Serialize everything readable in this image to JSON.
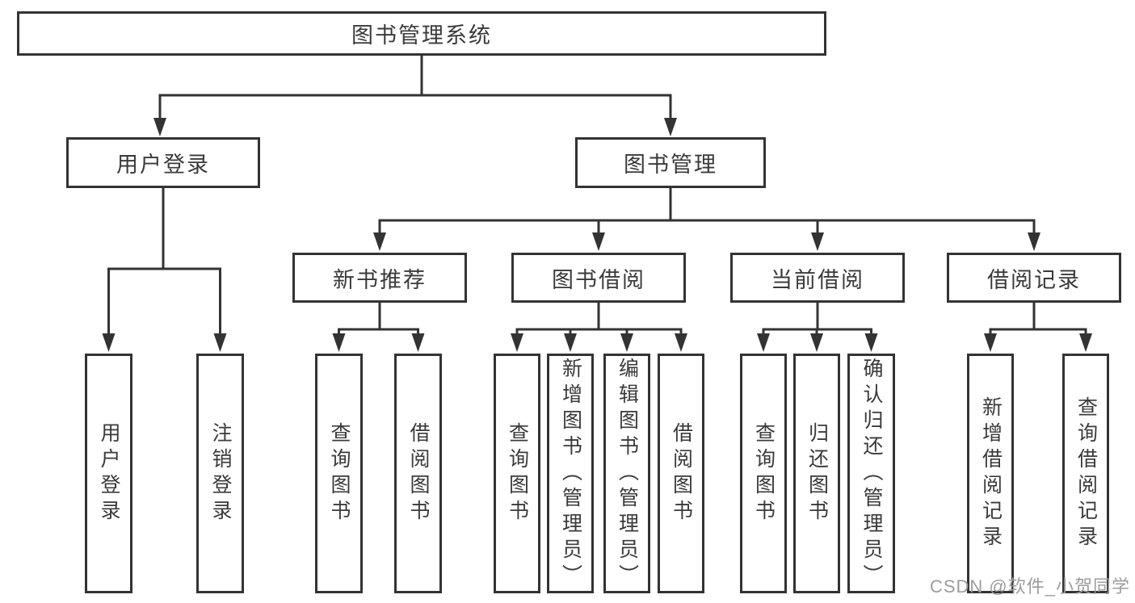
{
  "nodes": {
    "root": "图书管理系统",
    "user_login": "用户登录",
    "book_mgmt": "图书管理",
    "new_books": "新书推荐",
    "book_borrow": "图书借阅",
    "current_borrow": "当前借阅",
    "borrow_records": "借阅记录",
    "ul_user_login": "用户登录",
    "ul_logout": "注销登录",
    "nb_query_books": "查询图书",
    "nb_borrow_books": "借阅图书",
    "bb_query_books": "查询图书",
    "bb_add_books": "新增图书（管理员）",
    "bb_edit_books": "编辑图书（管理员）",
    "bb_borrow_books": "借阅图书",
    "cb_query_books": "查询图书",
    "cb_return_books": "归还图书",
    "cb_confirm_return": "确认归还（管理员）",
    "br_add_record": "新增借阅记录",
    "br_query_record": "查询借阅记录"
  },
  "watermark": "CSDN @软件_小贺同学",
  "colors": {
    "line": "#333333",
    "text": "#3a3a3a",
    "watermark": "#9c9c9c",
    "background": "#ffffff"
  }
}
